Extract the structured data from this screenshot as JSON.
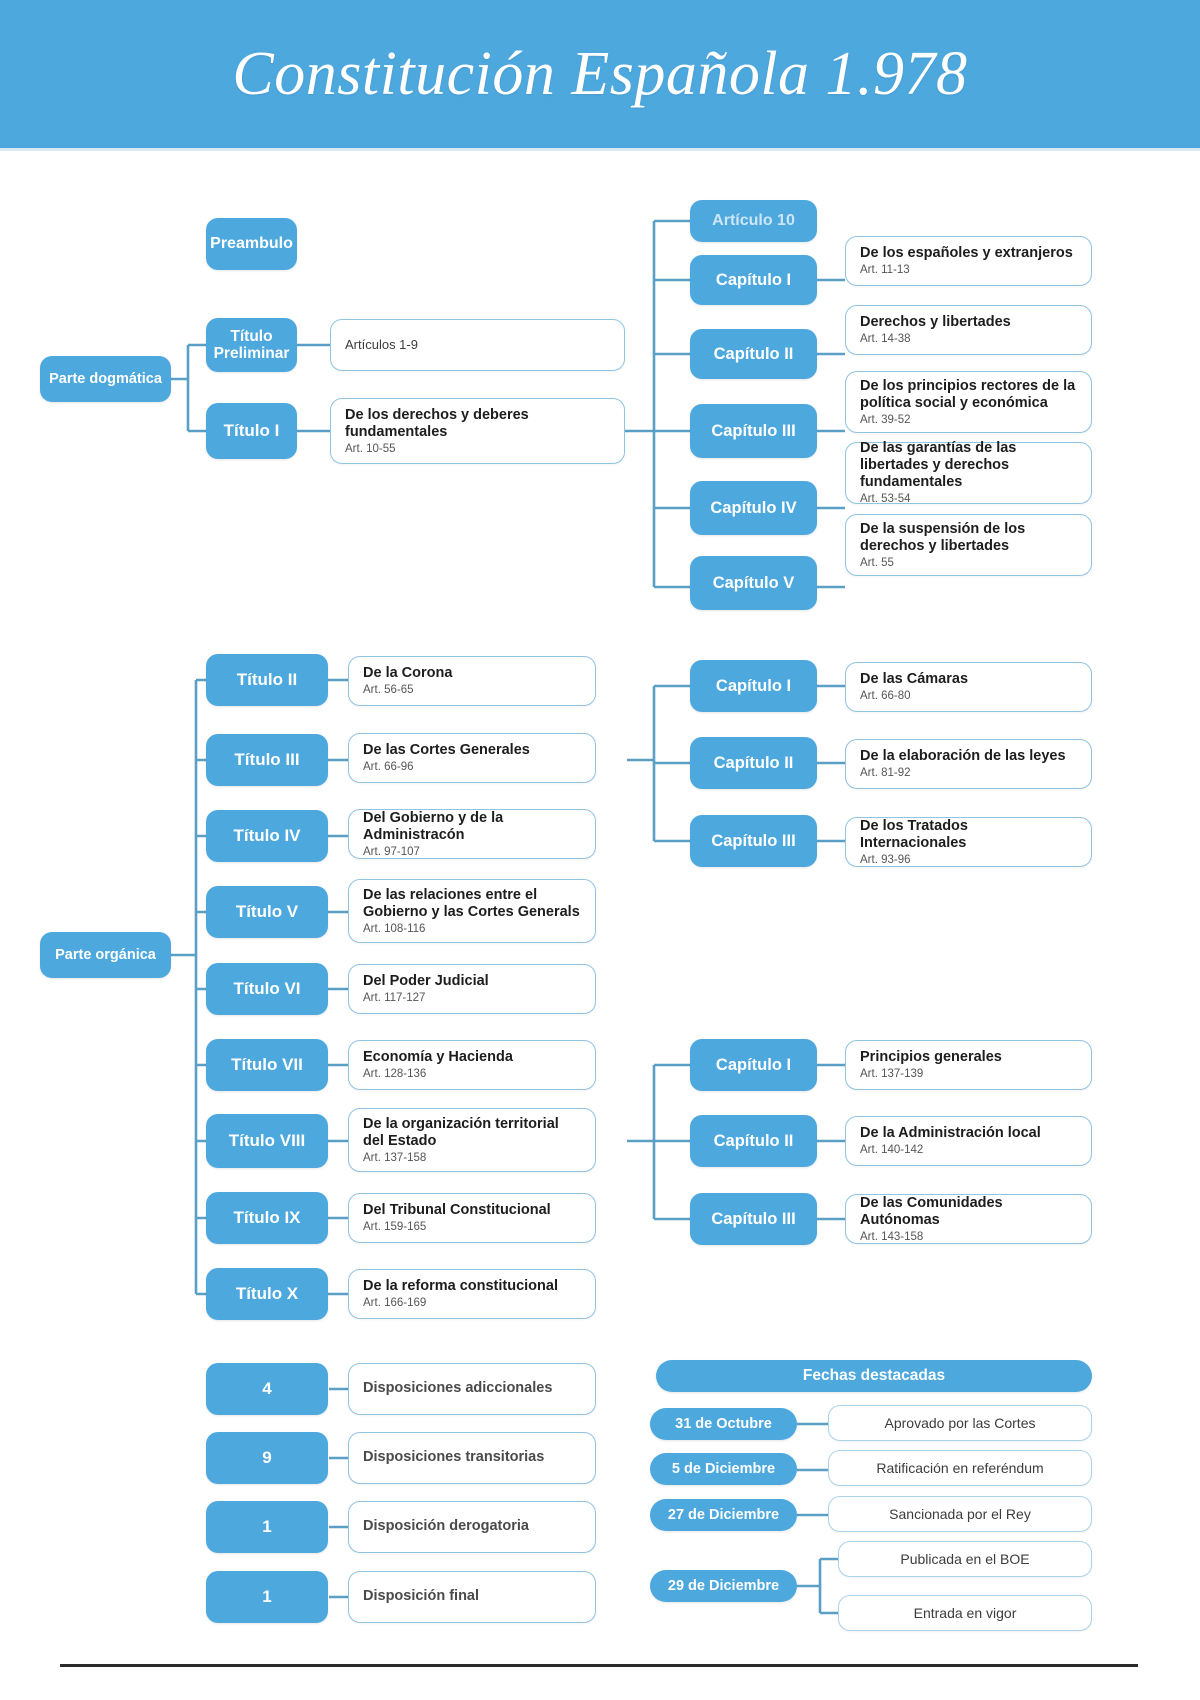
{
  "header": {
    "title": "Constitución Española 1.978"
  },
  "roots": {
    "dogmatica": "Parte dogmática",
    "organica": "Parte orgánica"
  },
  "dogmatica_branch": {
    "preambulo": "Preambulo",
    "titulo_preliminar": {
      "label": "Título\nPreliminar",
      "card_title": "Artículos 1-9",
      "card_sub": ""
    },
    "titulo_i": {
      "label": "Título I",
      "card_title": "De los derechos y deberes fundamentales",
      "card_sub": "Art. 10-55"
    }
  },
  "titulo_i_children": {
    "articulo10": "Artículo 10",
    "capitulos": [
      {
        "label": "Capítulo I",
        "title": "De los españoles y extranjeros",
        "sub": "Art. 11-13"
      },
      {
        "label": "Capítulo II",
        "title": "Derechos y libertades",
        "sub": "Art. 14-38"
      },
      {
        "label": "Capítulo III",
        "title": "De los principios rectores de la política social y económica",
        "sub": "Art. 39-52"
      },
      {
        "label": "Capítulo IV",
        "title": "De las garantías de las libertades y derechos fundamentales",
        "sub": "Art. 53-54"
      },
      {
        "label": "Capítulo V",
        "title": "De la suspensión de los derechos y libertades",
        "sub": "Art. 55"
      }
    ]
  },
  "organica_branch": {
    "titulos": [
      {
        "label": "Título II",
        "title": "De la Corona",
        "sub": "Art. 56-65"
      },
      {
        "label": "Título III",
        "title": "De las Cortes Generales",
        "sub": "Art. 66-96"
      },
      {
        "label": "Título IV",
        "title": "Del Gobierno y de la Administracón",
        "sub": "Art. 97-107"
      },
      {
        "label": "Título V",
        "title": "De las relaciones entre el Gobierno y las Cortes Generals",
        "sub": "Art. 108-116"
      },
      {
        "label": "Título VI",
        "title": "Del Poder Judicial",
        "sub": "Art. 117-127"
      },
      {
        "label": "Título VII",
        "title": "Economía y Hacienda",
        "sub": "Art. 128-136"
      },
      {
        "label": "Título VIII",
        "title": "De la organización territorial del Estado",
        "sub": "Art. 137-158"
      },
      {
        "label": "Título IX",
        "title": "Del Tribunal Constitucional",
        "sub": "Art. 159-165"
      },
      {
        "label": "Título X",
        "title": "De la reforma constitucional",
        "sub": "Art. 166-169"
      }
    ]
  },
  "titulo_iii_children": [
    {
      "label": "Capítulo I",
      "title": "De las Cámaras",
      "sub": "Art. 66-80"
    },
    {
      "label": "Capítulo II",
      "title": "De la elaboración de las leyes",
      "sub": "Art. 81-92"
    },
    {
      "label": "Capítulo III",
      "title": "De los Tratados Internacionales",
      "sub": "Art. 93-96"
    }
  ],
  "titulo_viii_children": [
    {
      "label": "Capítulo I",
      "title": "Principios generales",
      "sub": "Art. 137-139"
    },
    {
      "label": "Capítulo II",
      "title": "De la Administración local",
      "sub": "Art. 140-142"
    },
    {
      "label": "Capítulo III",
      "title": "De las Comunidades Autónomas",
      "sub": "Art. 143-158"
    }
  ],
  "disposiciones": [
    {
      "count": "4",
      "label": "Disposiciones adiccionales"
    },
    {
      "count": "9",
      "label": "Disposiciones transitorias"
    },
    {
      "count": "1",
      "label": "Disposición derogatoria"
    },
    {
      "count": "1",
      "label": "Disposición final"
    }
  ],
  "fechas": {
    "heading": "Fechas destacadas",
    "items": [
      {
        "date": "31 de Octubre",
        "event": "Aprovado por las Cortes"
      },
      {
        "date": "5 de Diciembre",
        "event": "Ratificación en referéndum"
      },
      {
        "date": "27 de Diciembre",
        "event": "Sancionada por el Rey"
      }
    ],
    "last": {
      "date": "29 de Diciembre",
      "events": [
        "Publicada en el BOE",
        "Entrada en vigor"
      ]
    }
  },
  "colors": {
    "accent": "#4da8de",
    "card_border": "#8fc4e3",
    "connector": "#5a9fc6",
    "text_dark": "#1d1d1d",
    "text_sub": "#555555"
  }
}
